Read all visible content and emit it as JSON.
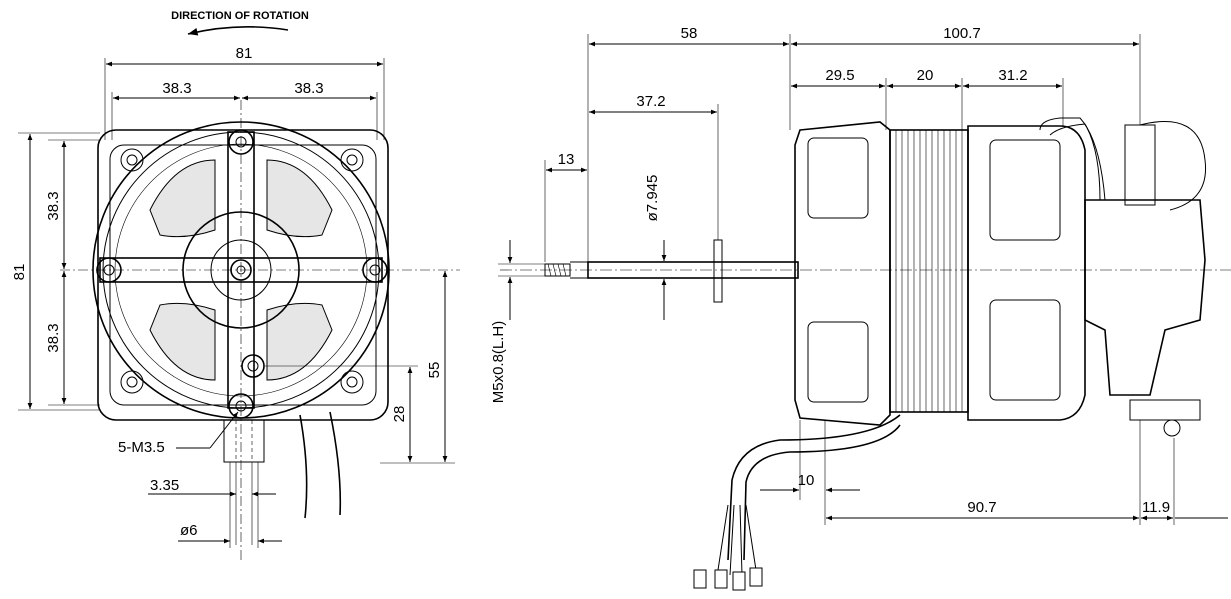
{
  "title": "DIRECTION OF ROTATION",
  "front_view": {
    "width_overall": "81",
    "width_left": "38.3",
    "width_right": "38.3",
    "height_overall": "81",
    "height_upper": "38.3",
    "height_lower": "38.3",
    "height_55": "55",
    "height_28": "28",
    "screws": "5-M3.5",
    "flat": "3.35",
    "shaft_dia": "ø6"
  },
  "side_view": {
    "len_58": "58",
    "len_100_7": "100.7",
    "len_37_2": "37.2",
    "len_13": "13",
    "len_29_5": "29.5",
    "len_20": "20",
    "len_31_2": "31.2",
    "dia_7_945": "ø7.945",
    "thread": "M5x0.8(L.H)",
    "len_10": "10",
    "len_90_7": "90.7",
    "len_11_9": "11.9"
  }
}
